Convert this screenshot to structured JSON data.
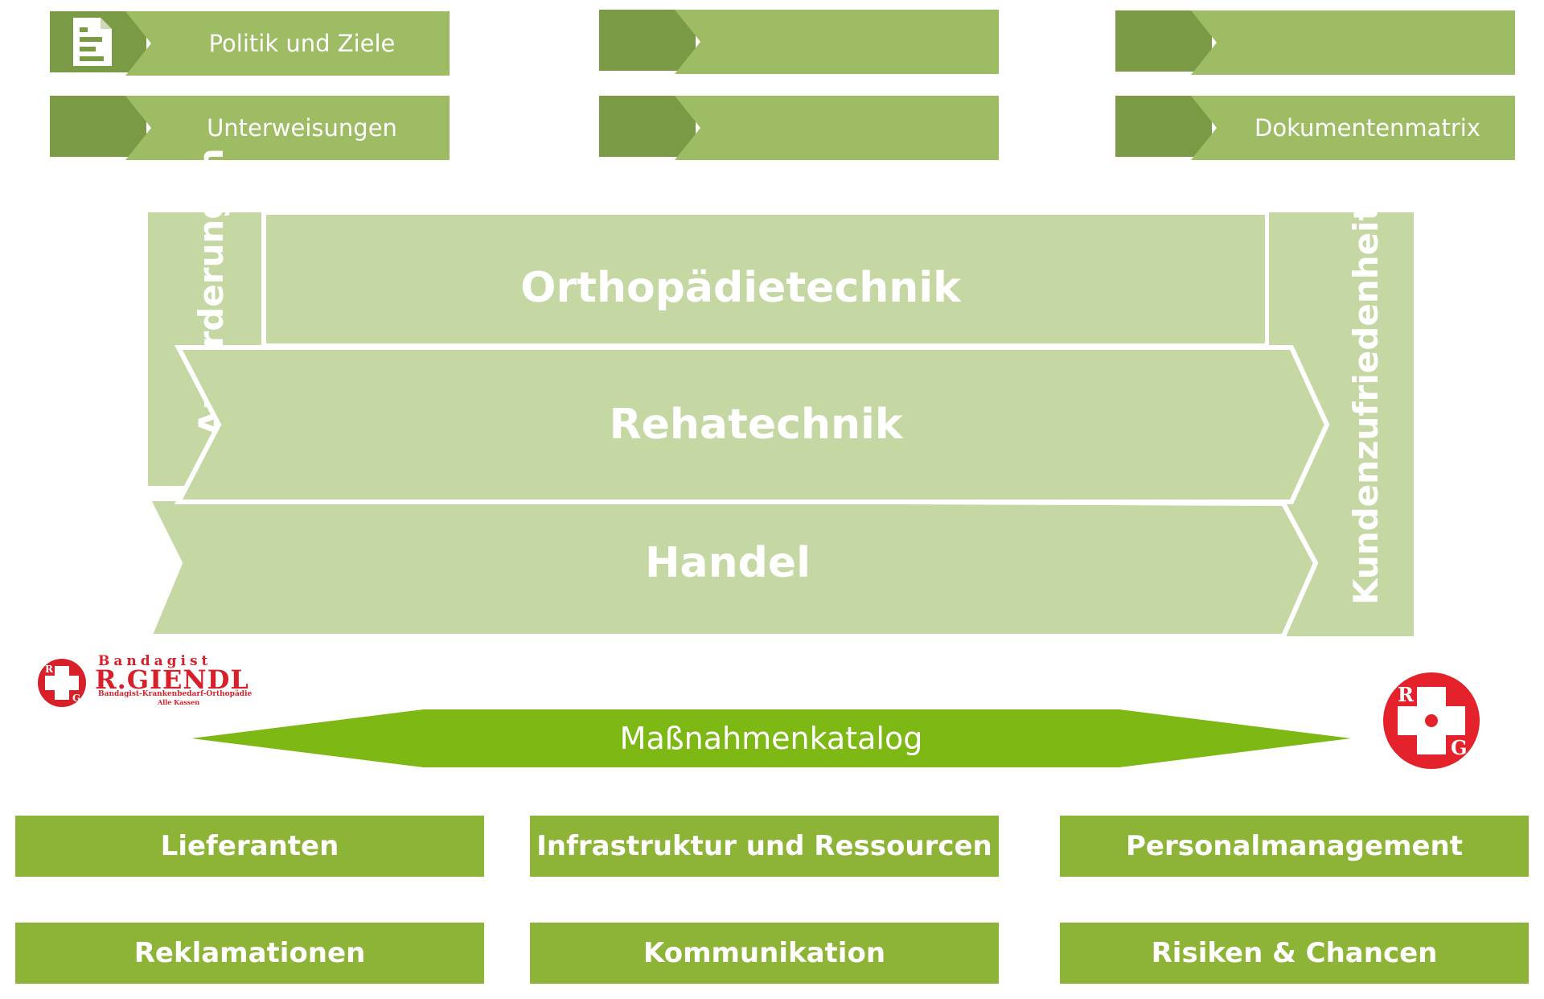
{
  "top_tiles": [
    {
      "label": "Politik und Ziele",
      "icon": "document-icon"
    },
    {
      "label": ""
    },
    {
      "label": ""
    },
    {
      "label": "Unterweisungen"
    },
    {
      "label": ""
    },
    {
      "label": "Dokumentenmatrix"
    }
  ],
  "process_map": {
    "left_vertical_label": "Anforderungen",
    "right_vertical_label": "Kundenzufriedenheit",
    "rows": [
      "Orthopädietechnik",
      "Rehatechnik",
      "Handel"
    ]
  },
  "logo_left": {
    "line1": "Bandagist",
    "line2": "R.GIENDL",
    "line3": "Bandagist-Krankenbedarf-Orthopädie",
    "line4": "Alle Kassen",
    "emblem_letters": [
      "R",
      "G"
    ]
  },
  "logo_right": {
    "emblem_letters": [
      "R",
      "G"
    ]
  },
  "massnahmenkatalog": {
    "label": "Maßnahmenkatalog"
  },
  "bottom_boxes": [
    "Lieferanten",
    "Infrastruktur und Ressourcen",
    "Personalmanagement",
    "Reklamationen",
    "Kommunikation",
    "Risiken & Chancen"
  ],
  "colors": {
    "tile_dark": "#7b9a45",
    "tile_light": "#9dbc63",
    "process_pale": "#c5d7a3",
    "massnahmen_green": "#7db814",
    "box_green": "#8db337",
    "logo_red": "#d8202a"
  }
}
